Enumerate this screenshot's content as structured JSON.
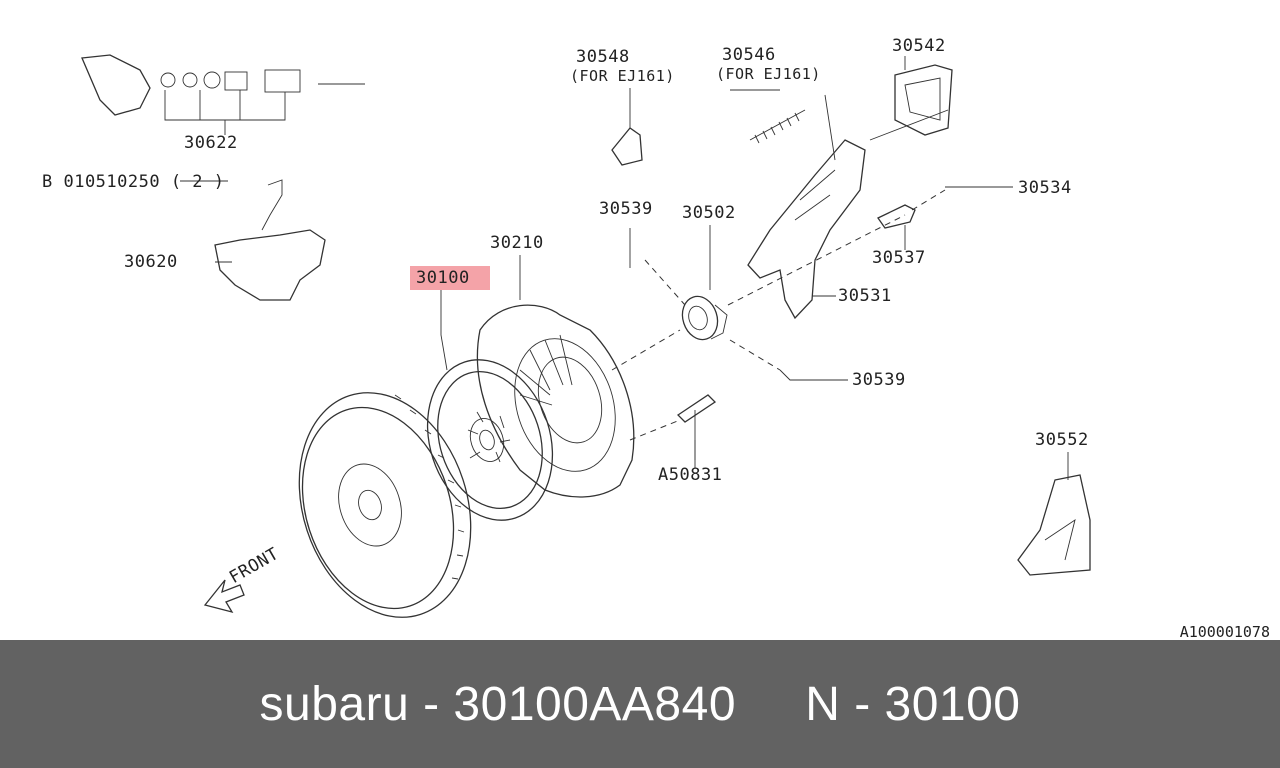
{
  "labels": {
    "l30622": "30622",
    "l010510250": "B 010510250 ( 2 )",
    "l30620": "30620",
    "l30548": "30548",
    "l30548_note": "(FOR EJ161)",
    "l30546": "30546",
    "l30546_note": "(FOR EJ161)",
    "l30542": "30542",
    "l30534": "30534",
    "l30539_top": "30539",
    "l30502": "30502",
    "l30210": "30210",
    "l30100": "30100",
    "l30537": "30537",
    "l30531": "30531",
    "l30539_bottom": "30539",
    "lA50831": "A50831",
    "l30552": "30552",
    "front": "FRONT"
  },
  "highlight_color": "#f4a3a8",
  "reference_code": "A100001078",
  "footer": {
    "text": "subaru - 30100AA840     N - 30100",
    "background": "#626262"
  }
}
